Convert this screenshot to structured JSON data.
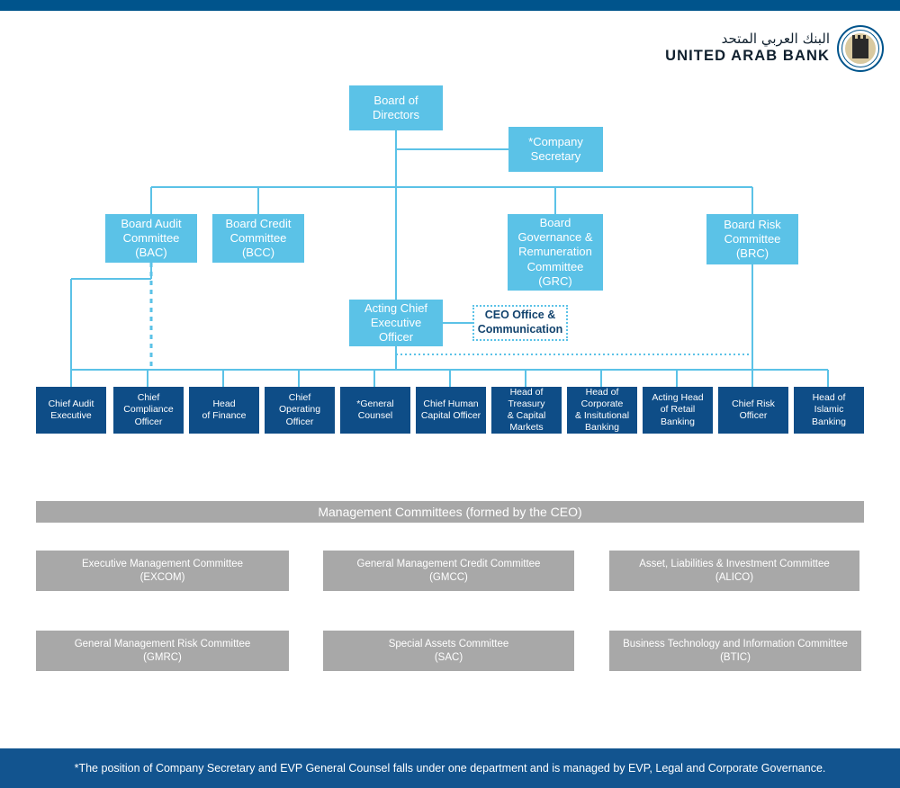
{
  "page": {
    "title": "United Arab Bank Organisational Structure",
    "top_bar_color": "#00548c",
    "light_blue": "#5bc2e7",
    "dark_blue": "#0e4d87",
    "gray": "#a8a8a8",
    "footer_color": "#12548f"
  },
  "logo": {
    "arabic": "البنك العربي المتحد",
    "latin": "UNITED ARAB BANK",
    "emblem_name": "tower-emblem-icon"
  },
  "chart": {
    "board": {
      "label": "Board of\nDirectors"
    },
    "company_secretary": {
      "label": "*Company\nSecretary"
    },
    "committees": [
      {
        "id": "bac",
        "label": "Board Audit\nCommittee\n(BAC)"
      },
      {
        "id": "bcc",
        "label": "Board Credit\nCommittee\n(BCC)"
      },
      {
        "id": "grc",
        "label": "Board\nGovernance &\nRemuneration\nCommittee\n(GRC)"
      },
      {
        "id": "brc",
        "label": "Board Risk\nCommittee\n(BRC)"
      }
    ],
    "ceo": {
      "label": "Acting Chief\nExecutive\nOfficer"
    },
    "ceo_office": {
      "label": "CEO Office &\nCommunication"
    },
    "executives": [
      {
        "id": "cae",
        "label": "Chief Audit\nExecutive"
      },
      {
        "id": "cco",
        "label": "Chief\nCompliance\nOfficer"
      },
      {
        "id": "hof",
        "label": "Head\nof Finance"
      },
      {
        "id": "coo",
        "label": "Chief\nOperating\nOfficer"
      },
      {
        "id": "gc",
        "label": "*General\nCounsel"
      },
      {
        "id": "chco",
        "label": "Chief Human\nCapital Officer"
      },
      {
        "id": "htcm",
        "label": "Head of\nTreasury\n& Capital\nMarkets"
      },
      {
        "id": "hcib",
        "label": "Head of\nCorporate\n& Insitutional\nBanking"
      },
      {
        "id": "ahrb",
        "label": "Acting Head\nof Retail\nBanking"
      },
      {
        "id": "cro",
        "label": "Chief Risk\nOfficer"
      },
      {
        "id": "hib",
        "label": "Head of\nIslamic\nBanking"
      }
    ]
  },
  "management": {
    "header": "Management Committees (formed by the CEO)",
    "committees": [
      {
        "id": "excom",
        "label": "Executive Management Committee\n(EXCOM)"
      },
      {
        "id": "gmcc",
        "label": "General Management Credit Committee\n(GMCC)"
      },
      {
        "id": "alico",
        "label": "Asset, Liabilities & Investment Committee\n(ALICO)"
      },
      {
        "id": "gmrc",
        "label": "General Management Risk Committee\n(GMRC)"
      },
      {
        "id": "sac",
        "label": "Special Assets Committee\n(SAC)"
      },
      {
        "id": "btic",
        "label": "Business Technology and Information Committee\n(BTIC)"
      }
    ]
  },
  "footer": {
    "note": "*The position of Company Secretary and EVP General Counsel falls under one department and is managed by EVP, Legal and Corporate Governance."
  }
}
